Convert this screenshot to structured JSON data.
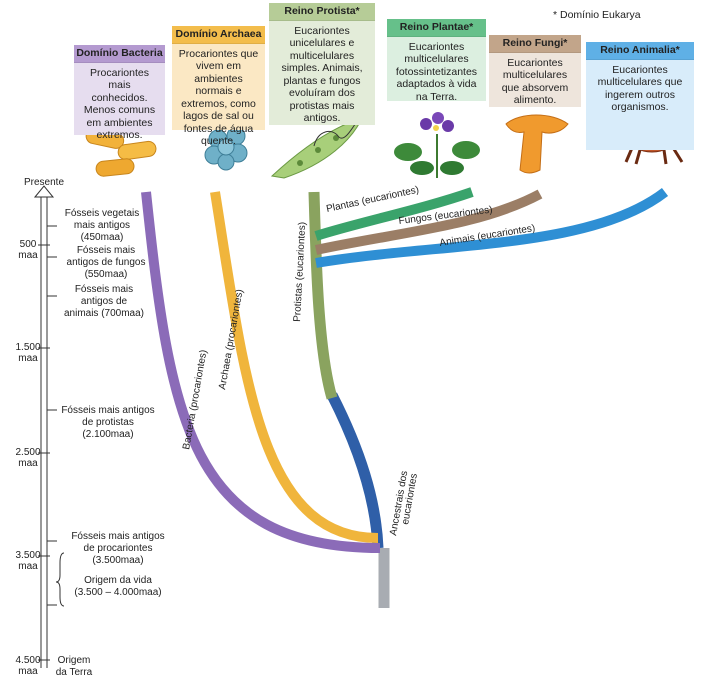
{
  "legend_note": "* Domínio Eukarya",
  "groups": [
    {
      "title": "Domínio Bacteria",
      "text": "Procariontes mais conhecidos. Menos comuns em ambientes extremos."
    },
    {
      "title": "Domínio Archaea",
      "text": "Procariontes que vivem em ambientes normais e extremos, como lagos de sal ou fontes de água quente."
    },
    {
      "title": "Reino Protista*",
      "text": "Eucariontes unicelulares e multicelulares simples. Animais, plantas e fungos evoluíram dos protistas mais antigos."
    },
    {
      "title": "Reino Plantae*",
      "text": "Eucariontes multicelulares fotossintetizantes adaptados à vida na Terra."
    },
    {
      "title": "Reino Fungi*",
      "text": "Eucariontes multicelulares que absorvem alimento."
    },
    {
      "title": "Reino Animalia*",
      "text": "Eucariontes multicelulares que ingerem outros organismos."
    }
  ],
  "branches": {
    "bacteria": "Bacteria (procariontes)",
    "archaea": "Archaea (procariontes)",
    "protistas": "Protistas (eucariontes)",
    "plantas": "Plantas (eucariontes)",
    "fungos": "Fungos (eucariontes)",
    "animais": "Animais (eucariontes)",
    "ancestrais": [
      "Ancestrais dos",
      "eucariontes"
    ]
  },
  "timeline": {
    "present": "Presente",
    "ticks": [
      {
        "value": "500",
        "unit": "maa"
      },
      {
        "value": "1.500",
        "unit": "maa"
      },
      {
        "value": "2.500",
        "unit": "maa"
      },
      {
        "value": "3.500",
        "unit": "maa"
      },
      {
        "value": "4.500",
        "unit": "maa"
      }
    ],
    "events": [
      {
        "lines": [
          "Fósseis vegetais",
          "mais antigos",
          "(450maa)"
        ]
      },
      {
        "lines": [
          "Fósseis mais",
          "antigos de fungos",
          "(550maa)"
        ]
      },
      {
        "lines": [
          "Fósseis mais",
          "antigos de",
          "animais (700maa)"
        ]
      },
      {
        "lines": [
          "Fósseis mais antigos",
          "de protistas",
          "(2.100maa)"
        ]
      },
      {
        "lines": [
          "Fósseis mais antigos",
          "de procariontes",
          "(3.500maa)"
        ]
      },
      {
        "lines": [
          "Origem da vida",
          "(3.500 – 4.000maa)"
        ]
      },
      {
        "lines": [
          "Origem",
          "da Terra"
        ]
      }
    ]
  },
  "colors": {
    "bacteria": "#8b6bb8",
    "archaea": "#f0b53c",
    "protista": "#8aa35f",
    "ancestral": "#2f5fa8",
    "root": "#a8acb2",
    "plantae": "#3aa36b",
    "fungi": "#9b7e66",
    "animalia": "#2e8fd4"
  }
}
